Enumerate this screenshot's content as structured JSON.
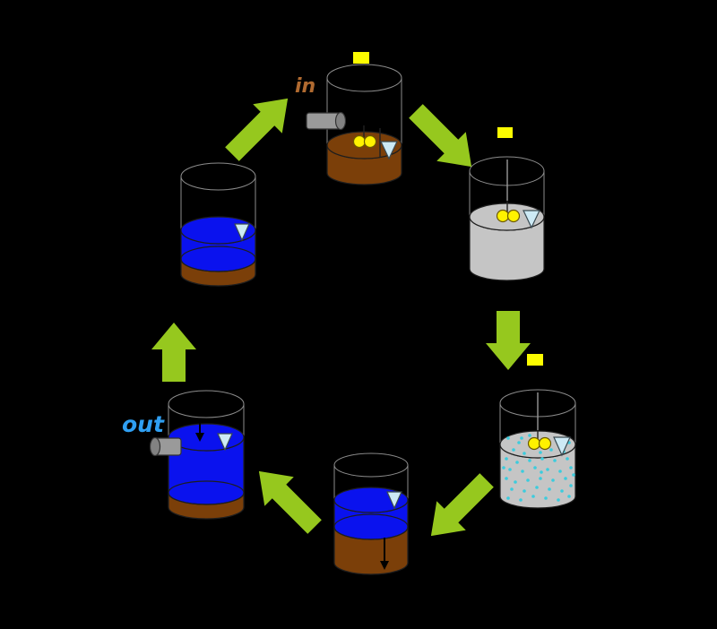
{
  "labels": {
    "inflow": "in",
    "outflow": "out"
  },
  "colors": {
    "background": "#000000",
    "arrow": "#96C81E",
    "sludge_brown": "#7B3F09",
    "water_blue": "#0A12EE",
    "mixed_gray": "#C5C5C5",
    "aeration_dot": "#3CCCDD",
    "marker_yellow": "#FCFC00",
    "float_yellow": "#FFF200",
    "level_triangle": "#CDEAF5",
    "pipe_gray": "#9A9A9A",
    "outline_dark": "#1E1E1E",
    "outline_light": "#8C8C8C",
    "in_label": "#B06A30",
    "out_label": "#2F9FF2"
  },
  "react_dots": [
    [
      10,
      55
    ],
    [
      22,
      60
    ],
    [
      34,
      52
    ],
    [
      52,
      57
    ],
    [
      70,
      56
    ],
    [
      78,
      60
    ],
    [
      16,
      68
    ],
    [
      28,
      72
    ],
    [
      46,
      71
    ],
    [
      58,
      68
    ],
    [
      72,
      70
    ],
    [
      8,
      78
    ],
    [
      20,
      82
    ],
    [
      34,
      80
    ],
    [
      48,
      78
    ],
    [
      62,
      80
    ],
    [
      76,
      78
    ],
    [
      12,
      90
    ],
    [
      26,
      92
    ],
    [
      40,
      88
    ],
    [
      54,
      90
    ],
    [
      68,
      92
    ],
    [
      80,
      88
    ],
    [
      8,
      100
    ],
    [
      18,
      104
    ],
    [
      32,
      102
    ],
    [
      46,
      100
    ],
    [
      60,
      102
    ],
    [
      74,
      100
    ],
    [
      14,
      112
    ],
    [
      28,
      114
    ],
    [
      42,
      110
    ],
    [
      56,
      112
    ],
    [
      70,
      114
    ],
    [
      80,
      108
    ],
    [
      10,
      122
    ],
    [
      24,
      124
    ],
    [
      38,
      120
    ],
    [
      52,
      122
    ],
    [
      66,
      124
    ],
    [
      78,
      120
    ],
    [
      5,
      88
    ],
    [
      83,
      96
    ],
    [
      47,
      93
    ],
    [
      64,
      58
    ],
    [
      25,
      55
    ]
  ]
}
